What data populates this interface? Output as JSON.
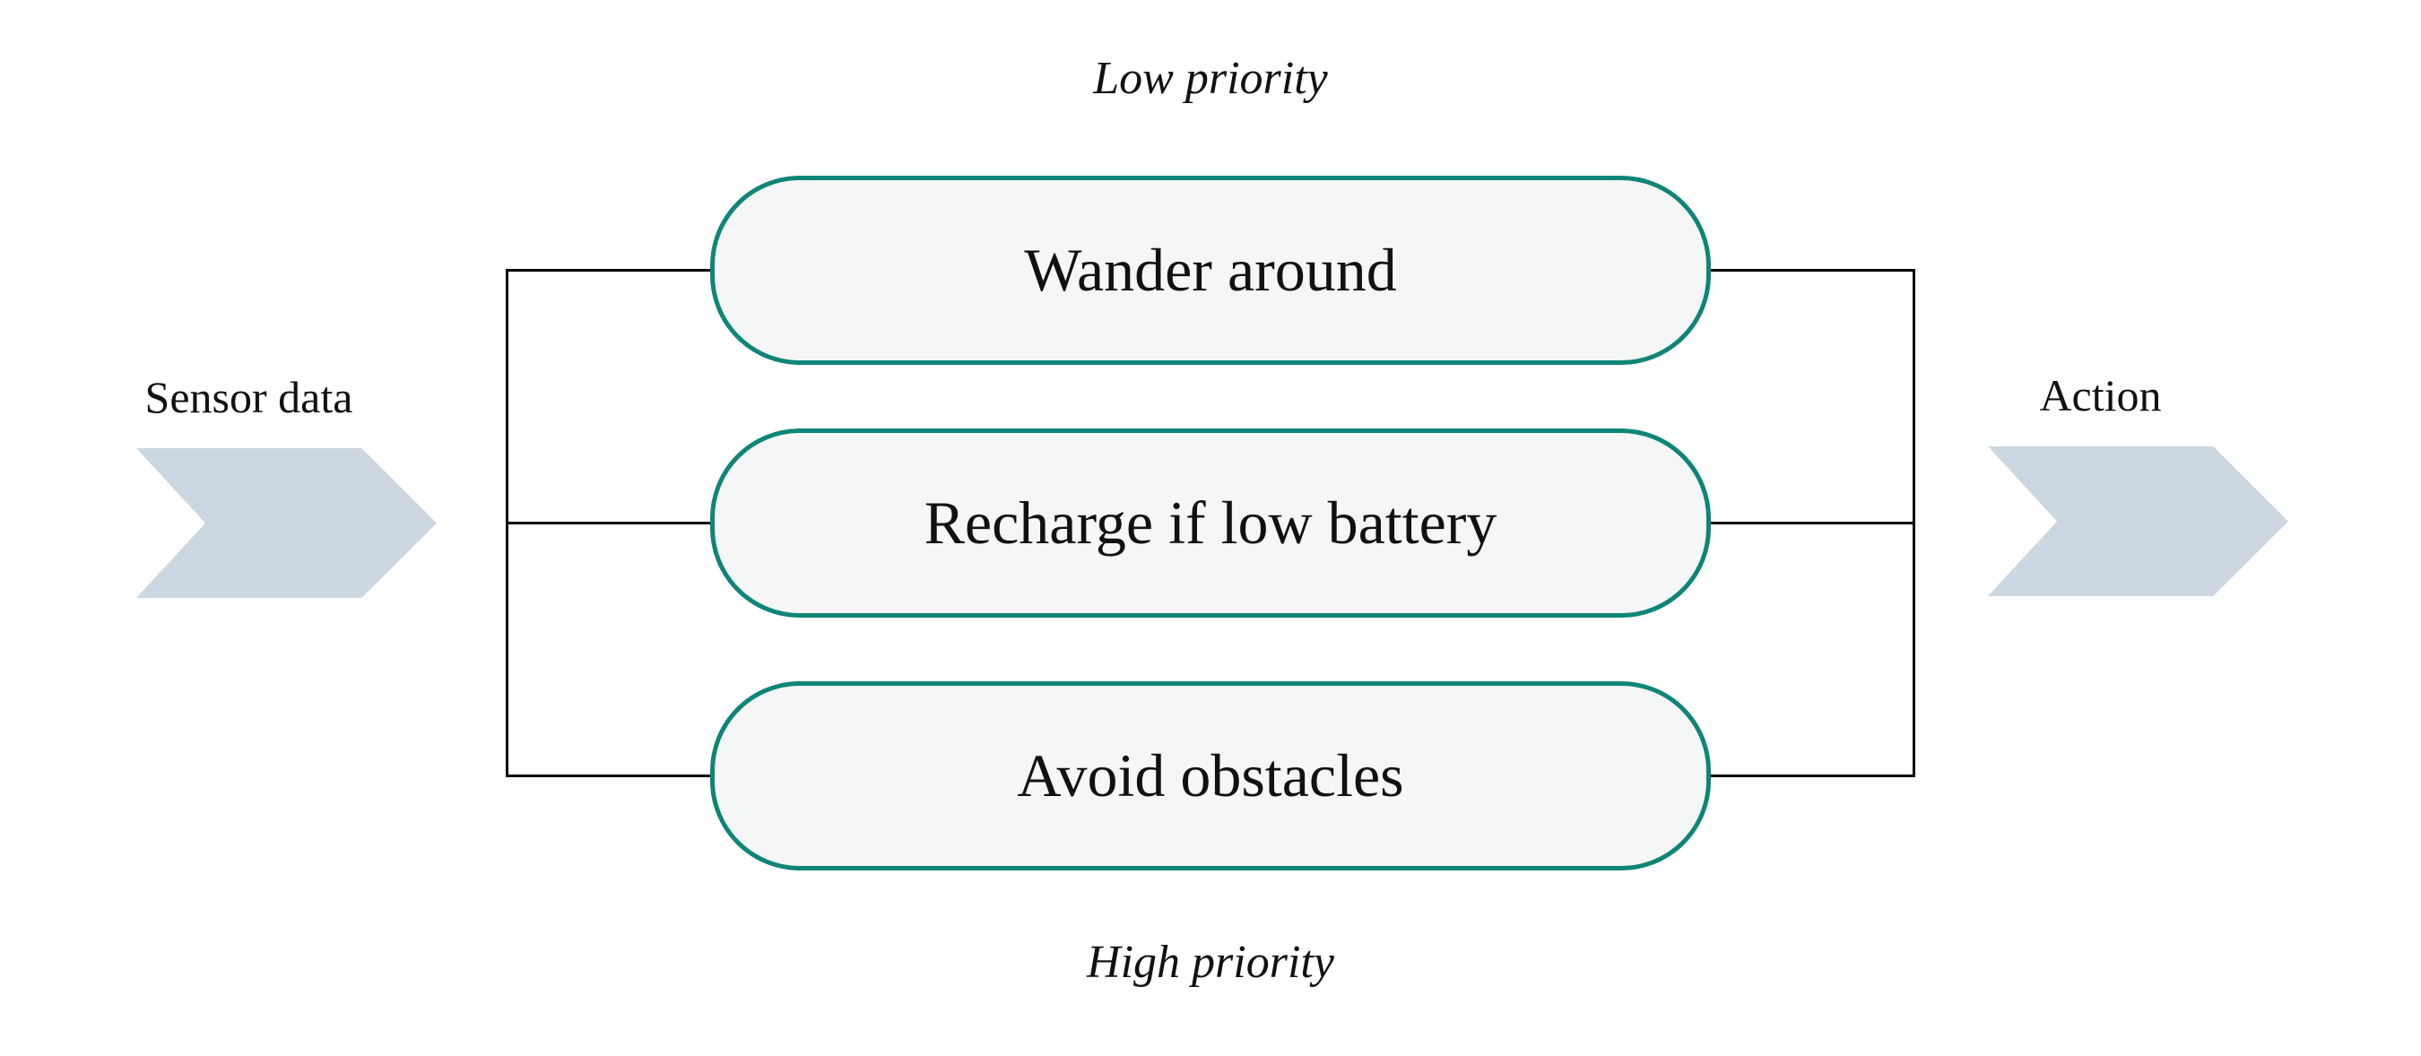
{
  "diagram": {
    "priority_top_label": "Low priority",
    "priority_bottom_label": "High priority",
    "input_label": "Sensor data",
    "output_label": "Action",
    "behaviors": [
      {
        "label": "Wander around"
      },
      {
        "label": "Recharge if low battery"
      },
      {
        "label": "Avoid obstacles"
      }
    ],
    "icons": {
      "input_arrow": "chevron-right-arrow",
      "output_arrow": "chevron-right-arrow"
    },
    "colors": {
      "background": "#ffffff",
      "box_fill": "#f5f6f6",
      "box_border": "#0e8577",
      "arrow_fill": "#ccd7e2",
      "line": "#000000",
      "text": "#111111"
    }
  }
}
